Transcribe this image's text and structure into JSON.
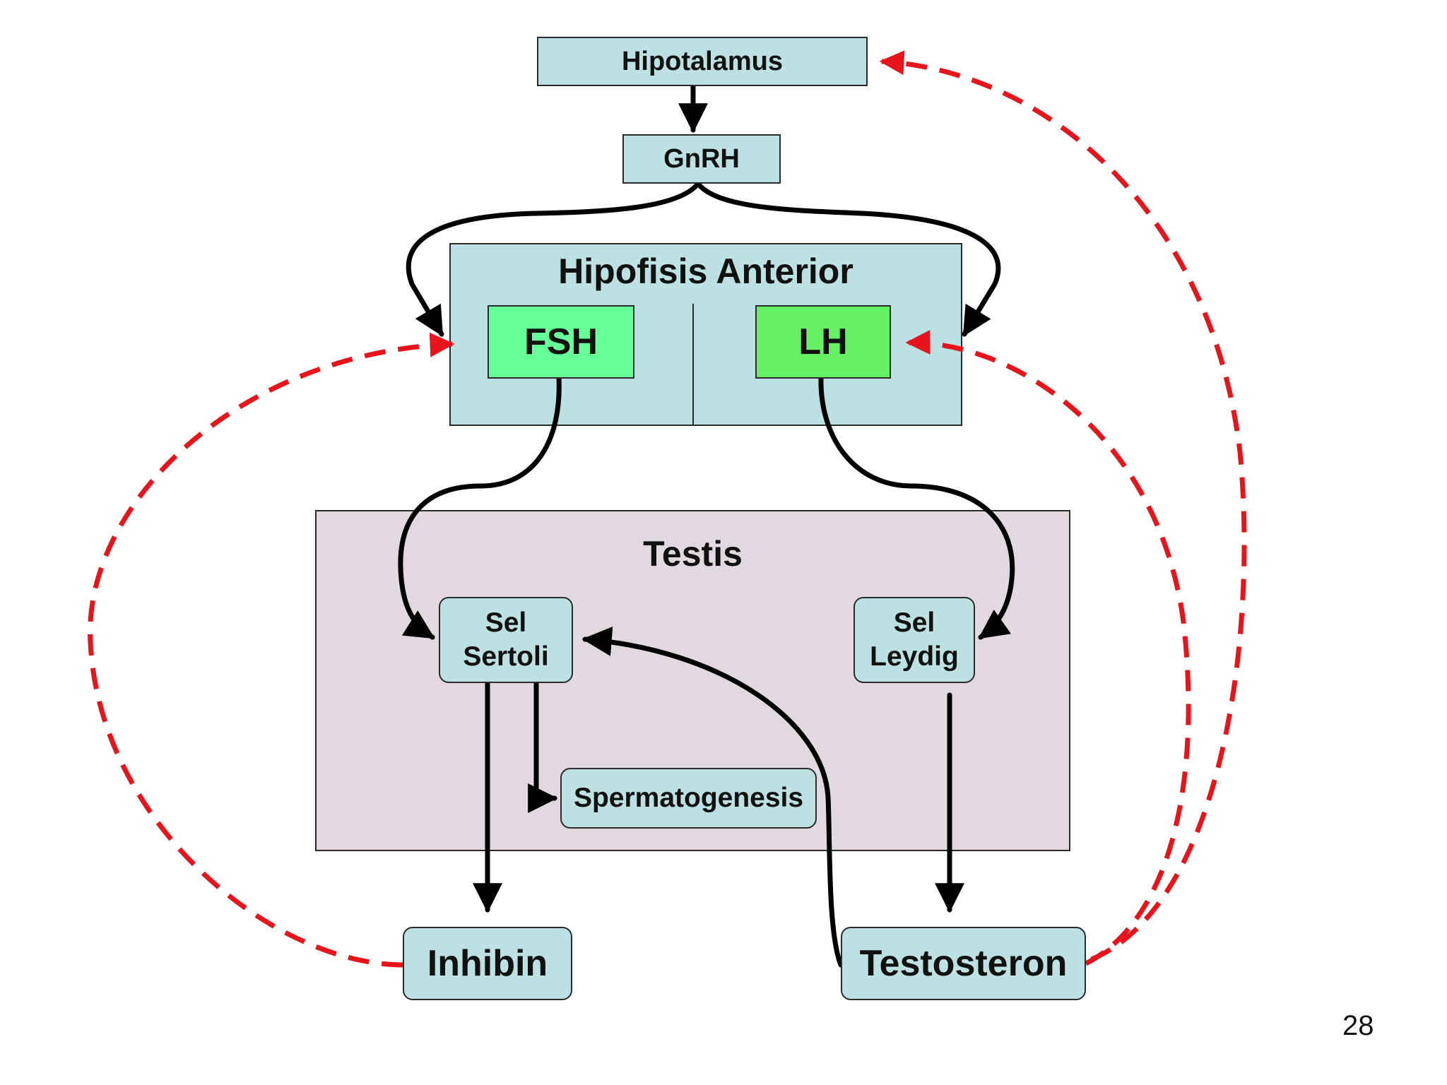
{
  "nodes": {
    "hypothalamus": "Hipotalamus",
    "gnrh": "GnRH",
    "anterior_pituitary": "Hipofisis Anterior",
    "fsh": "FSH",
    "lh": "LH",
    "testis": "Testis",
    "sertoli": "Sel\nSertoli",
    "leydig": "Sel\nLeydig",
    "spermatogenesis": "Spermatogenesis",
    "inhibin": "Inhibin",
    "testosterone": "Testosteron"
  },
  "page_number": "28",
  "colors": {
    "teal_fill": "#bde0e3",
    "testis_fill": "#e2d8e0",
    "fsh_fill": "#66ff99",
    "lh_fill": "#66f066",
    "stimulation_arrow": "#000000",
    "feedback_arrow": "#e8141c"
  },
  "edges": [
    {
      "from": "hypothalamus",
      "to": "gnrh",
      "style": "solid"
    },
    {
      "from": "gnrh",
      "to": "fsh",
      "style": "solid"
    },
    {
      "from": "gnrh",
      "to": "lh",
      "style": "solid"
    },
    {
      "from": "fsh",
      "to": "sertoli",
      "style": "solid"
    },
    {
      "from": "lh",
      "to": "leydig",
      "style": "solid"
    },
    {
      "from": "sertoli",
      "to": "spermatogenesis",
      "style": "solid"
    },
    {
      "from": "sertoli",
      "to": "inhibin",
      "style": "solid"
    },
    {
      "from": "leydig",
      "to": "testosterone",
      "style": "solid"
    },
    {
      "from": "testosterone",
      "to": "sertoli",
      "style": "solid"
    },
    {
      "from": "inhibin",
      "to": "fsh",
      "style": "dashed-feedback"
    },
    {
      "from": "testosterone",
      "to": "lh",
      "style": "dashed-feedback"
    },
    {
      "from": "testosterone",
      "to": "hypothalamus",
      "style": "dashed-feedback"
    }
  ]
}
